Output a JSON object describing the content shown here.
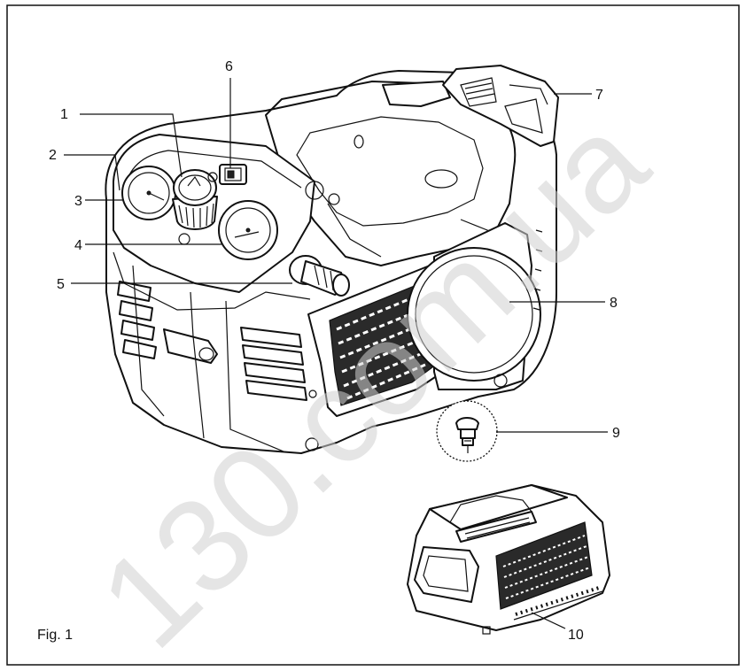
{
  "figure": {
    "caption": "Fig. 1",
    "watermark": "130.com.ua"
  },
  "callouts": [
    {
      "number": "1",
      "part": "pressure regulator knob"
    },
    {
      "number": "2",
      "part": "gauge"
    },
    {
      "number": "3",
      "part": "gauge"
    },
    {
      "number": "4",
      "part": "gauge"
    },
    {
      "number": "5",
      "part": "quick coupler"
    },
    {
      "number": "6",
      "part": "switch"
    },
    {
      "number": "7",
      "part": "battery pack"
    },
    {
      "number": "8",
      "part": "housing cover"
    },
    {
      "number": "9",
      "part": "drain valve"
    },
    {
      "number": "10",
      "part": "charger"
    }
  ]
}
